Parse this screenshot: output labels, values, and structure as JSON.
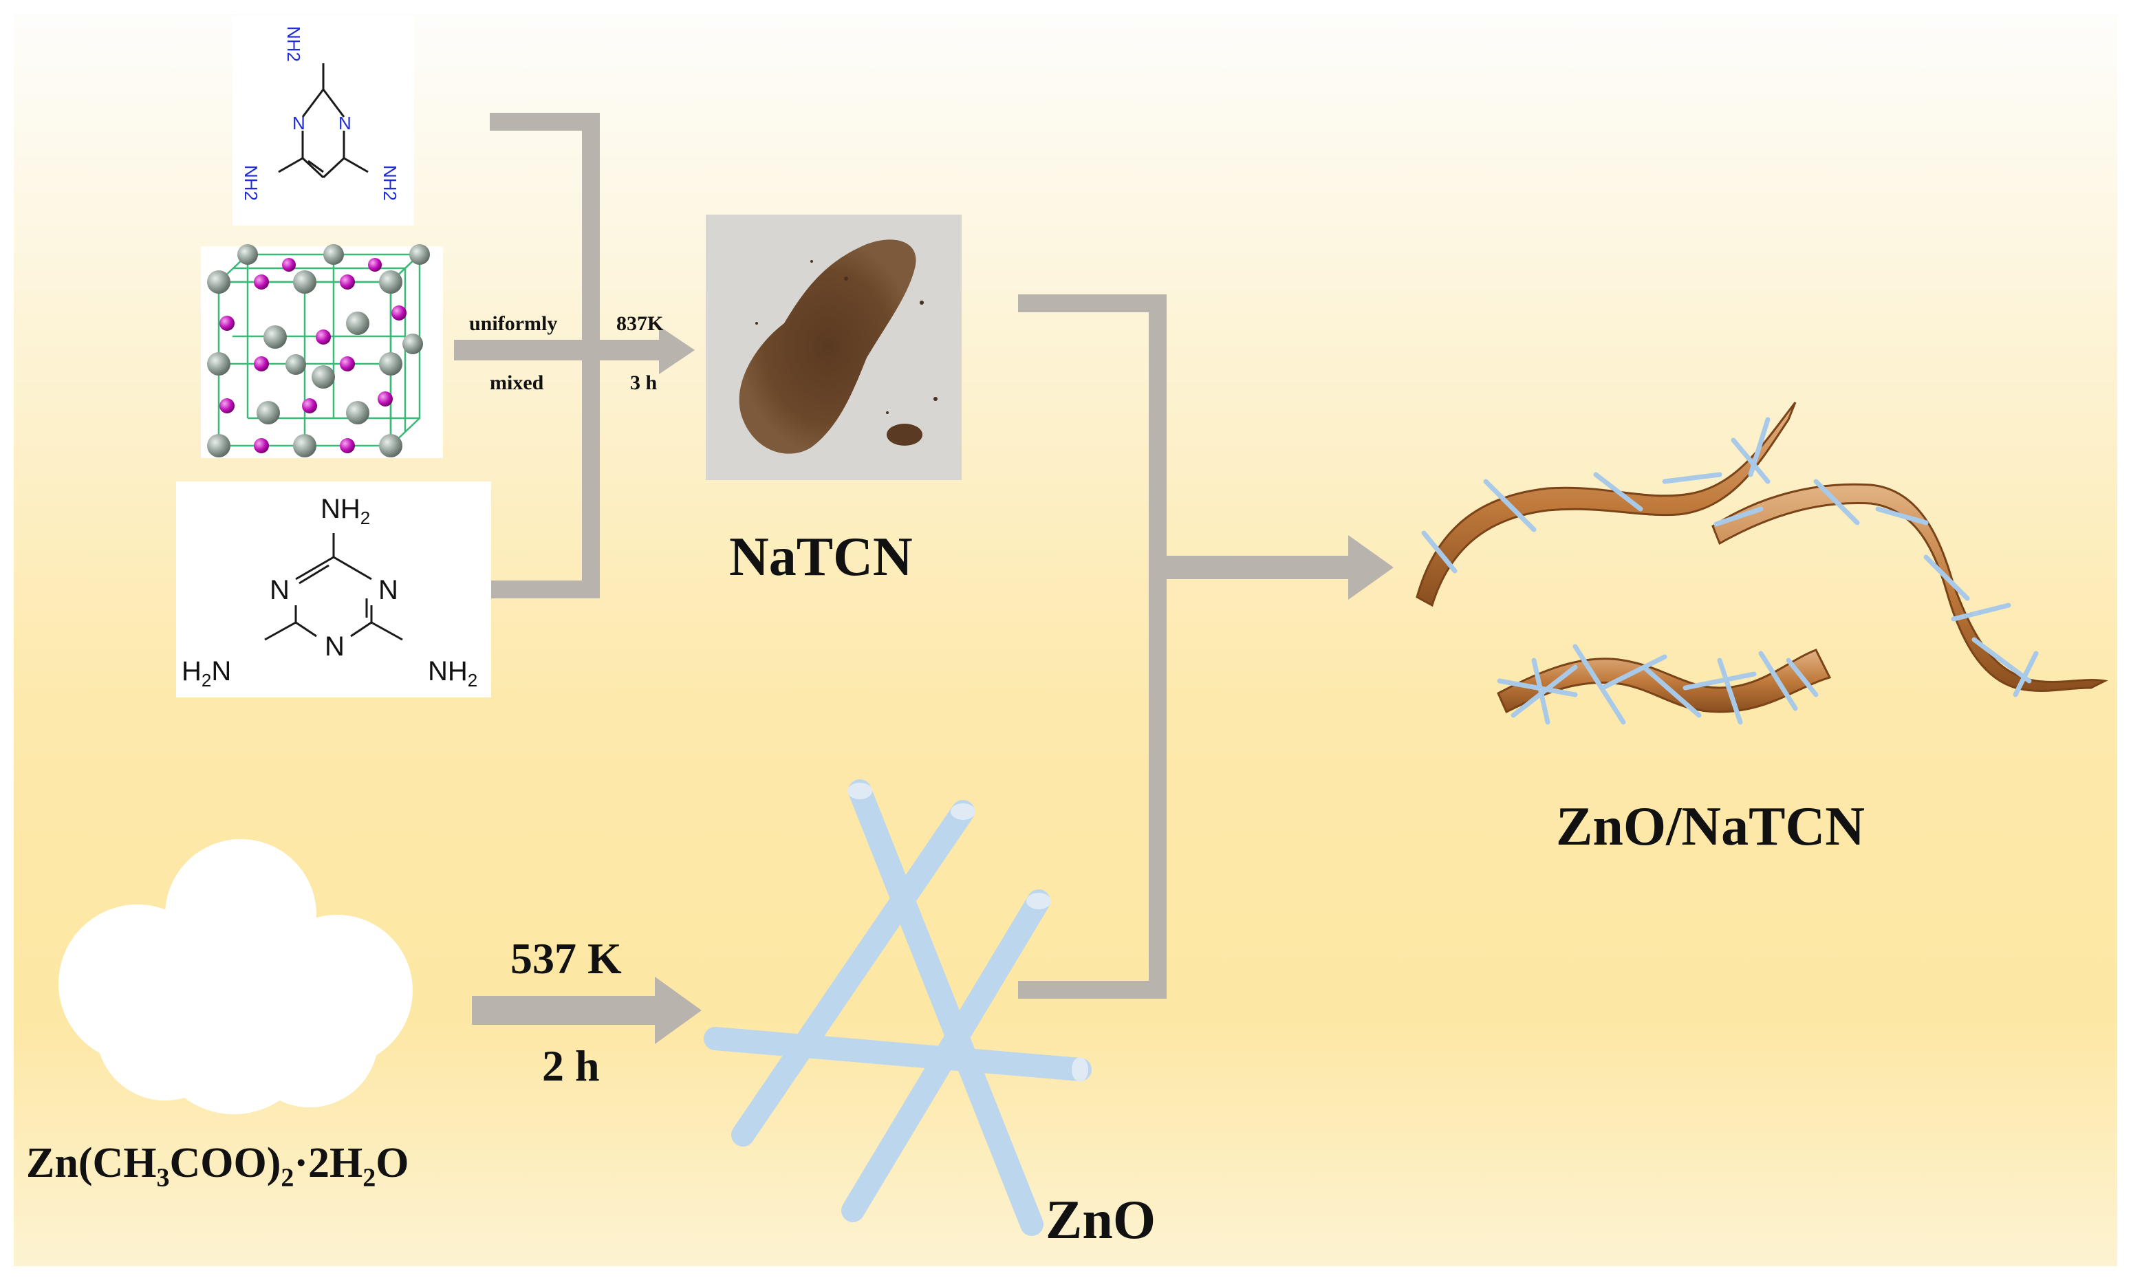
{
  "molecules": {
    "top": {
      "n": "N",
      "nh2": "NH2",
      "h": "H",
      "two": "2"
    },
    "bottom": {
      "n": "N",
      "nh": "NH",
      "h": "H",
      "two": "2"
    }
  },
  "step1": {
    "left_top": "uniformly",
    "left_bottom": "mixed",
    "right_top": "837K",
    "right_bottom": "3 h"
  },
  "natcn_label": "NaTCN",
  "step2": {
    "top": "537 K",
    "bottom": "2 h"
  },
  "precursor": {
    "zn_open": "Zn(CH",
    "sub3": "3",
    "coo": "COO)",
    "sub2a": "2",
    "dot": "·2H",
    "sub2b": "2",
    "o": "O"
  },
  "zno_label": "ZnO",
  "product_label": "ZnO/NaTCN",
  "colors": {
    "bg_top": "#fbfbfb",
    "bg_mid": "#fde6a0",
    "arrow": "#b8b3ad",
    "zno_rod": "#bcd6ee",
    "ribbon": "#c8894e",
    "nitrogen": "#1f2bd6",
    "sodium_atom": "#c40ebd",
    "chlorine_atom": "#8d9b93",
    "lattice": "#3cb878"
  }
}
